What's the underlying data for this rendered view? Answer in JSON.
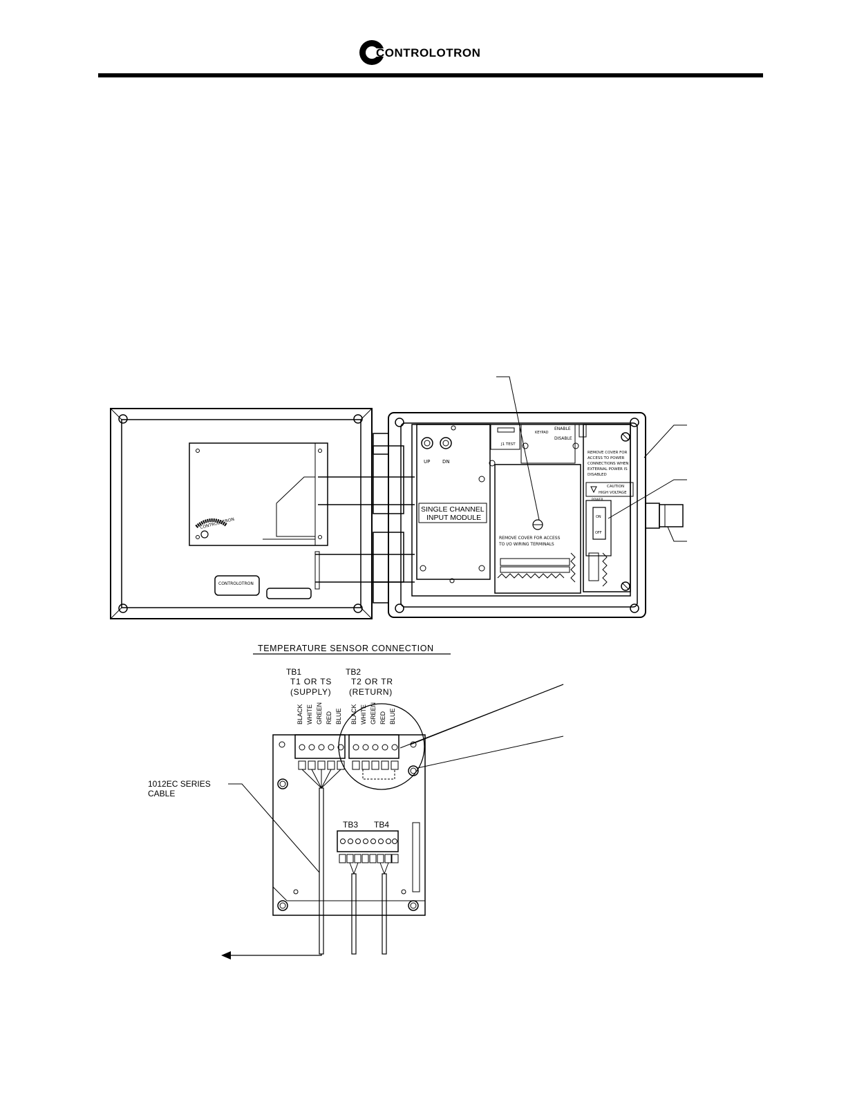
{
  "header": {
    "logo_text": "CONTROLOTRON"
  },
  "enclosure": {
    "left_door": {
      "logo_text": "CONTROLOTRON",
      "badge_text": "CONTROLOTRON"
    },
    "panel": {
      "button_up": "UP",
      "button_dn": "DN",
      "module_label_line1": "SINGLE CHANNEL",
      "module_label_line2": "INPUT MODULE",
      "test_label": "J1 TEST",
      "keypad_label": "KEYPAD",
      "enable_label": "ENABLE",
      "disable_label": "DISABLE",
      "cover_note_line1": "REMOVE COVER FOR ACCESS",
      "cover_note_line2": "TO I/O WIRING TERMINALS",
      "power_note_line1": "REMOVE COVER FOR",
      "power_note_line2": "ACCESS TO POWER",
      "power_note_line3": "CONNECTIONS WHEN",
      "power_note_line4": "EXTERNAL POWER IS",
      "power_note_line5": "DISABLED",
      "caution_line1": "CAUTION",
      "caution_line2": "HIGH VOLTAGE",
      "power_label": "POWER",
      "switch_on": "ON",
      "switch_off": "OFF"
    }
  },
  "sensor_section": {
    "title": "TEMPERATURE SENSOR CONNECTION",
    "tb1": {
      "name": "TB1",
      "line2": "T1 OR TS",
      "line3": "(SUPPLY)"
    },
    "tb2": {
      "name": "TB2",
      "line2": "T2 OR TR",
      "line3": "(RETURN)"
    },
    "wire_colors": [
      "BLACK",
      "WHITE",
      "GREEN",
      "RED",
      "BLUE"
    ],
    "tb3": "TB3",
    "tb4": "TB4",
    "cable_line1": "1012EC SERIES",
    "cable_line2": "CABLE"
  }
}
